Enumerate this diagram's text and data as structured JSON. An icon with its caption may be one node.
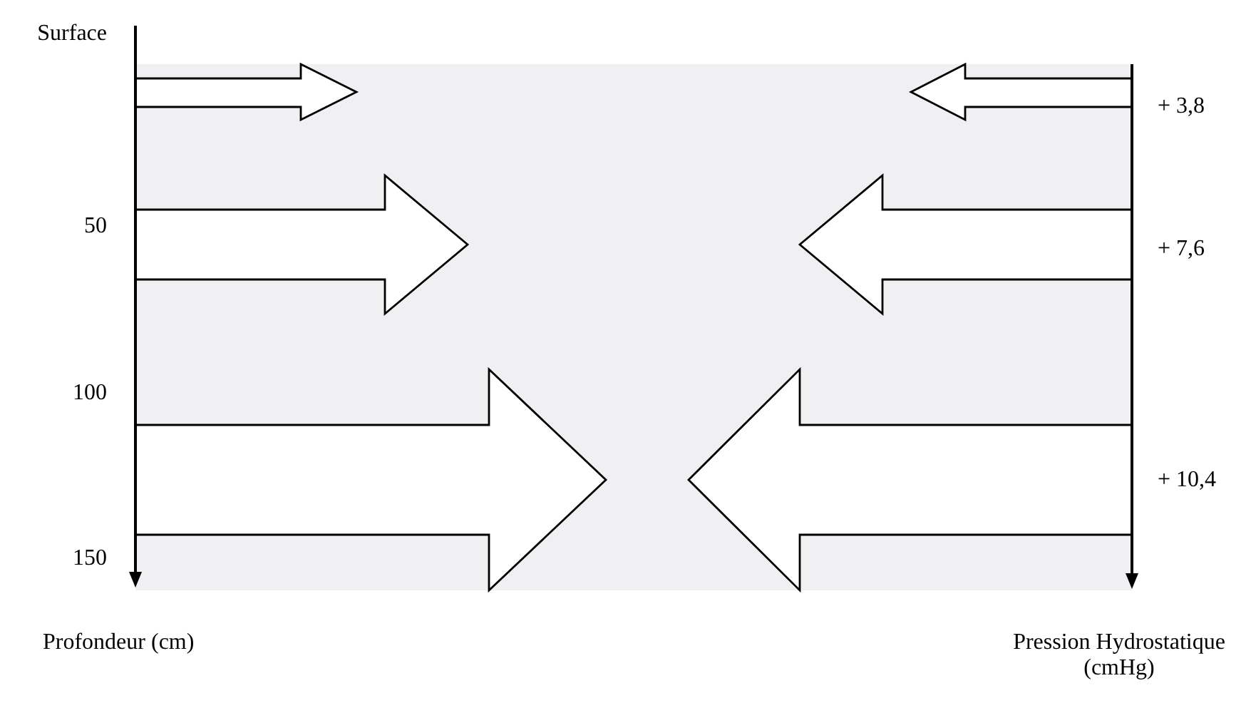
{
  "diagram": {
    "labels": [
      "Surface",
      "+ 3,8",
      "50",
      "+ 7,6",
      "100",
      "+ 10,4",
      "150",
      "Profondeur (cm)",
      "Pression Hydrostatique (cmHg)"
    ]
  }
}
